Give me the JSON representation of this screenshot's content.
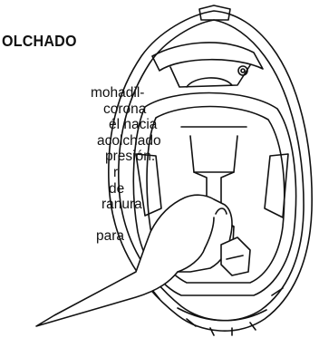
{
  "heading": "OLCHADO",
  "paragraph_lines": [
    "mohadil-",
    "corona",
    "él hacia",
    "acolchado",
    "presión.",
    "r",
    "de",
    "ranura",
    "",
    "para"
  ],
  "illustration": {
    "subject": "helmet-interior-with-hand",
    "stroke_color": "#111111",
    "fill_color": "#ffffff"
  }
}
